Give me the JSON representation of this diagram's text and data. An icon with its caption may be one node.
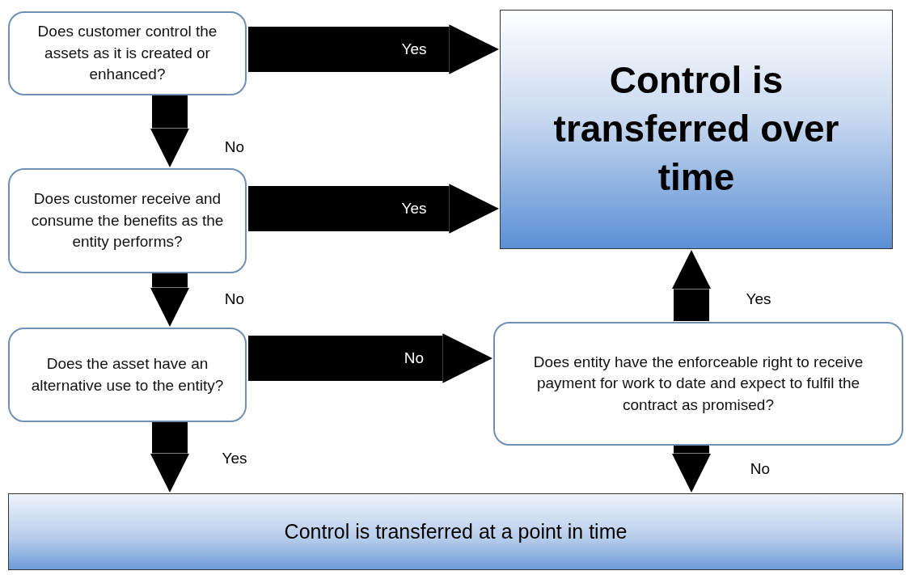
{
  "diagram": {
    "nodes": [
      {
        "text": [
          "Does customer control the assets as it is created or enhanced?"
        ]
      },
      {
        "text": [
          "Does customer receive and consume the benefits as the entity performs?"
        ]
      },
      {
        "text": [
          "Does the asset have an alternative use to the entity?"
        ]
      },
      {
        "text": [
          "Control is transferred over time"
        ]
      },
      {
        "text": [
          "Does entity have the enforceable right to receive payment for work to date and expect to fulfil the contract as promised?"
        ]
      },
      {
        "text": [
          "Control is transferred at a point in time"
        ]
      }
    ],
    "edges": [
      {
        "from": 0,
        "to": 3,
        "arrow": "to",
        "label": "Yes"
      },
      {
        "from": 0,
        "to": 1,
        "arrow": "to",
        "label": "No"
      },
      {
        "from": 1,
        "to": 3,
        "arrow": "to",
        "label": "Yes"
      },
      {
        "from": 1,
        "to": 2,
        "arrow": "to",
        "label": "No"
      },
      {
        "from": 2,
        "to": 4,
        "arrow": "to",
        "label": "No"
      },
      {
        "from": 2,
        "to": 5,
        "arrow": "to",
        "label": "Yes"
      },
      {
        "from": 4,
        "to": 3,
        "arrow": "to",
        "label": "Yes"
      },
      {
        "from": 4,
        "to": 5,
        "arrow": "to",
        "label": "No"
      }
    ]
  }
}
